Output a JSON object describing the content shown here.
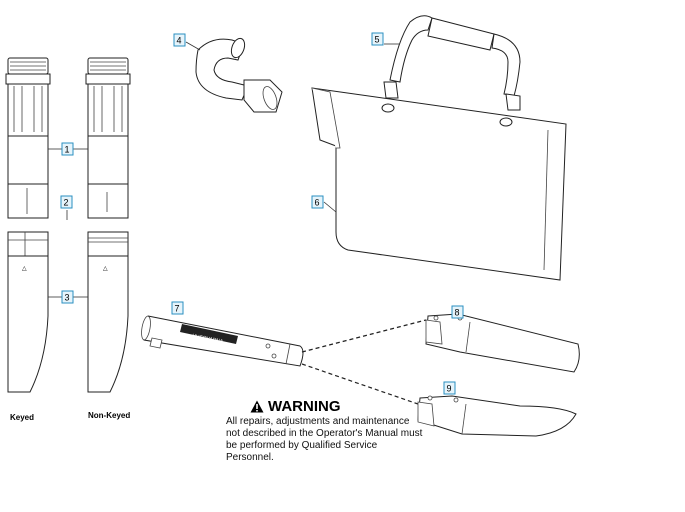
{
  "callouts": [
    {
      "id": "1",
      "label": "1"
    },
    {
      "id": "2",
      "label": "2"
    },
    {
      "id": "3",
      "label": "3"
    },
    {
      "id": "4",
      "label": "4"
    },
    {
      "id": "5",
      "label": "5"
    },
    {
      "id": "6",
      "label": "6"
    },
    {
      "id": "7",
      "label": "7"
    },
    {
      "id": "8",
      "label": "8"
    },
    {
      "id": "9",
      "label": "9"
    }
  ],
  "captions": {
    "keyed": "Keyed",
    "non_keyed": "Non-Keyed"
  },
  "warning": {
    "title": "WARNING",
    "body": "All repairs, adjustments and maintenance not described in the Operator's Manual must be performed by Qualified Service Personnel."
  },
  "brand_mark_text": "HUSQVARNA",
  "colors": {
    "callout_fill": "#e6f4fb",
    "callout_border": "#2a8fc0",
    "line": "#222222"
  }
}
